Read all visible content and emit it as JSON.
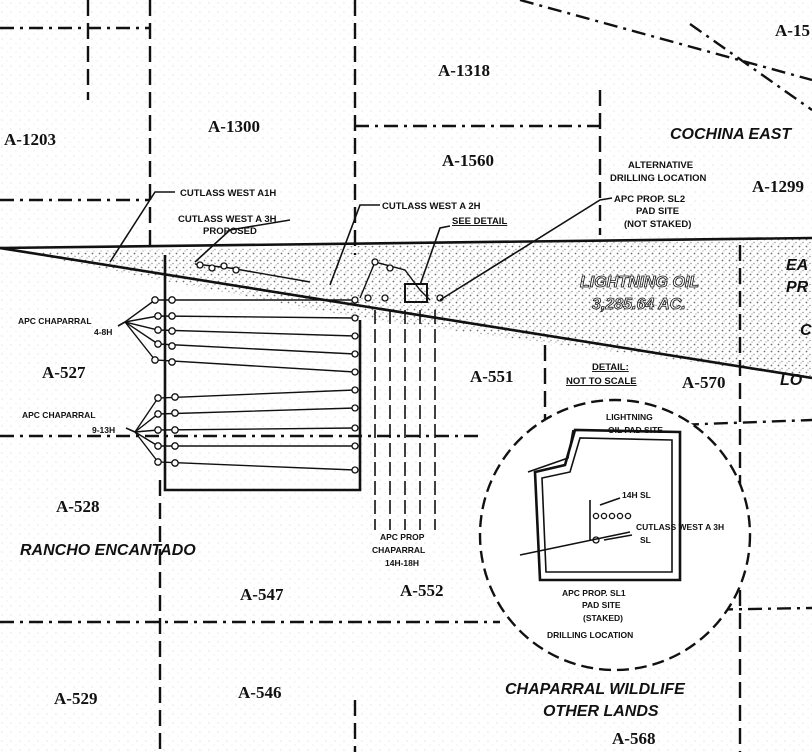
{
  "tracts": {
    "a1203": "A-1203",
    "a1300": "A-1300",
    "a1318": "A-1318",
    "a1560": "A-1560",
    "a1299": "A-1299",
    "a15_partial": "A-15",
    "a527": "A-527",
    "a528": "A-528",
    "a529": "A-529",
    "a547": "A-547",
    "a546": "A-546",
    "a551": "A-551",
    "a552": "A-552",
    "a570": "A-570",
    "a568": "A-568"
  },
  "regions": {
    "cochina_east": "COCHINA EAST",
    "rancho_encantado": "RANCHO ENCANTADO",
    "chaparral_wildlife_1": "CHAPARRAL WILDLIFE",
    "chaparral_wildlife_2": "OTHER LANDS",
    "lightning_oil": "LIGHTNING OIL",
    "lightning_acres": "3,285.64 AC.",
    "edge_ea": "EA",
    "edge_pr": "PR",
    "edge_c": "C",
    "edge_lo": "LO"
  },
  "wells": {
    "cutlass_a1h": "CUTLASS WEST A1H",
    "cutlass_a3h_1": "CUTLASS WEST A 3H",
    "cutlass_a3h_2": "PROPOSED",
    "cutlass_a2h": "CUTLASS WEST A 2H",
    "see_detail": "SEE DETAIL",
    "alt_1": "ALTERNATIVE",
    "alt_2": "DRILLING LOCATION",
    "sl2_1": "APC PROP. SL2",
    "sl2_2": "PAD SITE",
    "sl2_3": "(NOT STAKED)",
    "apc_chap_a1": "APC CHAPARRAL",
    "apc_chap_a2": "4-8H",
    "apc_chap_b1": "APC CHAPARRAL",
    "apc_chap_b2": "9-13H",
    "apc_prop_1": "APC PROP",
    "apc_prop_2": "CHAPARRAL",
    "apc_prop_3": "14H-18H"
  },
  "detail": {
    "title_1": "DETAIL:",
    "title_2": "NOT TO SCALE",
    "lightning_1": "LIGHTNING",
    "lightning_2": "OIL PAD SITE",
    "sl_14h": "14H SL",
    "cutlass_1": "CUTLASS WEST A 3H",
    "cutlass_2": "SL",
    "pad_1": "APC PROP. SL1",
    "pad_2": "PAD SITE",
    "pad_3": "(STAKED)",
    "pad_4": "DRILLING LOCATION"
  },
  "colors": {
    "ink": "#111111",
    "paper": "#ffffff",
    "stipple": "#9a9a9a"
  },
  "icons": [
    "well-node-icon",
    "pad-site-icon",
    "dimension-arrow-icon"
  ]
}
